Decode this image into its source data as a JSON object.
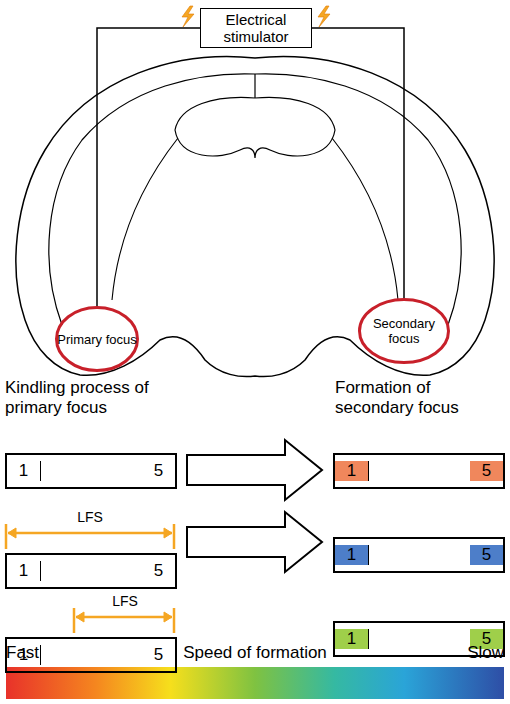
{
  "diagram": {
    "nodes": [
      {
        "text": [
          "Electrical stimulator"
        ]
      },
      {
        "text": [
          "Primary focus"
        ]
      },
      {
        "text": [
          "Secondary focus"
        ]
      },
      {
        "text": [
          "1",
          "5"
        ]
      },
      {
        "text": [
          "1",
          "5"
        ]
      },
      {
        "text": [
          "1",
          "5"
        ]
      },
      {
        "text": [
          "1",
          "5"
        ]
      },
      {
        "text": [
          "1",
          "5"
        ]
      },
      {
        "text": [
          "1",
          "5"
        ]
      }
    ],
    "edges": [
      {
        "from": 0,
        "to": 1,
        "arrow": "none"
      },
      {
        "from": 0,
        "to": 2,
        "arrow": "none"
      }
    ],
    "labels": [
      "Kindling process of primary focus",
      "Formation of secondary focus",
      "LFS",
      "LFS",
      "Fast",
      "Speed of formation",
      "Slow"
    ]
  }
}
